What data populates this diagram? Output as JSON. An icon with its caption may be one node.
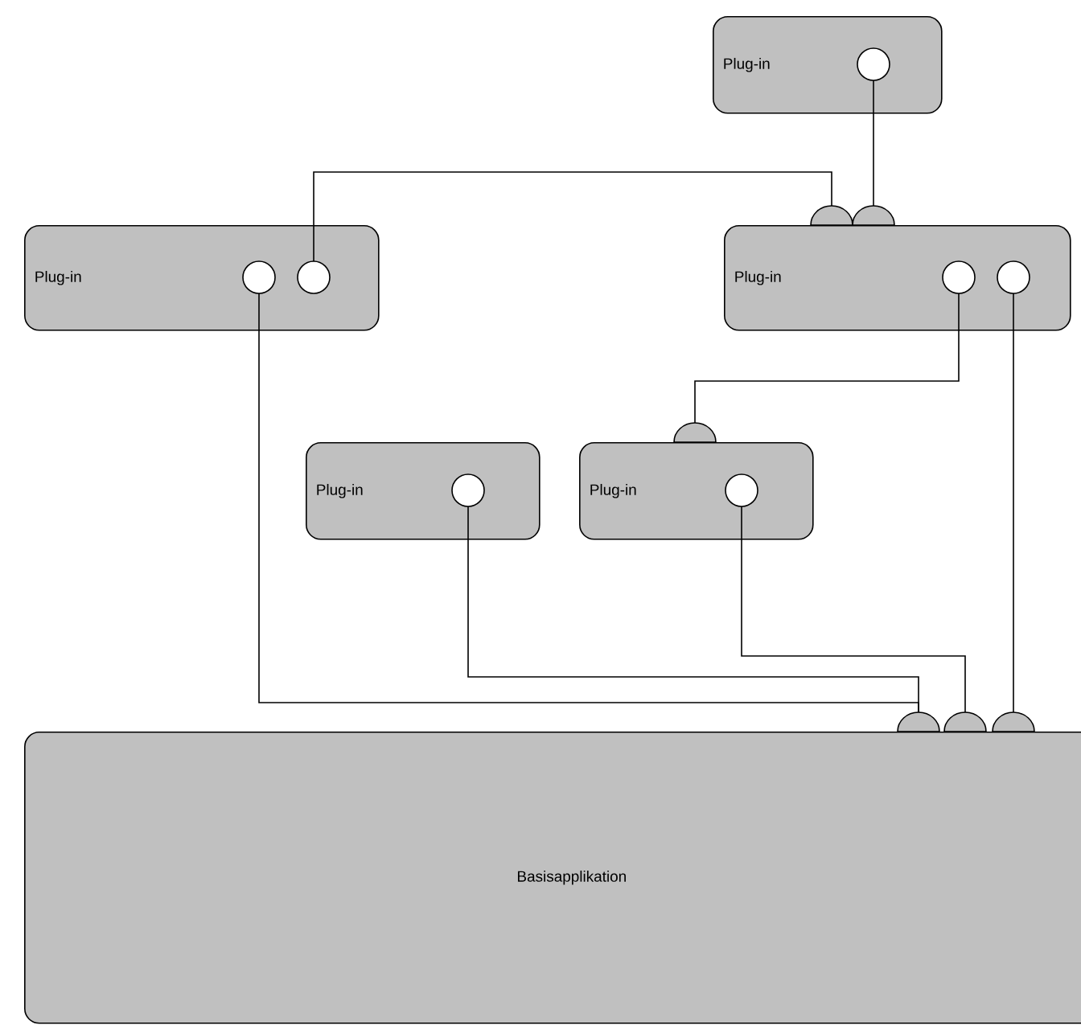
{
  "diagram": {
    "nodes": [
      {
        "text": [
          "Plug-in"
        ]
      },
      {
        "text": [
          "Plug-in"
        ]
      },
      {
        "text": [
          "Plug-in"
        ]
      },
      {
        "text": [
          "Plug-in"
        ]
      },
      {
        "text": [
          "Plug-in"
        ]
      },
      {
        "text": [
          "Basisapplikation"
        ]
      }
    ],
    "edges": [
      {
        "from": 0,
        "to": 2,
        "arrow": "none"
      },
      {
        "from": 1,
        "to": 2,
        "arrow": "none"
      },
      {
        "from": 1,
        "to": 5,
        "arrow": "none"
      },
      {
        "from": 3,
        "to": 5,
        "arrow": "none"
      },
      {
        "from": 2,
        "to": 4,
        "arrow": "none"
      },
      {
        "from": 4,
        "to": 5,
        "arrow": "none"
      },
      {
        "from": 2,
        "to": 5,
        "arrow": "none"
      }
    ]
  }
}
